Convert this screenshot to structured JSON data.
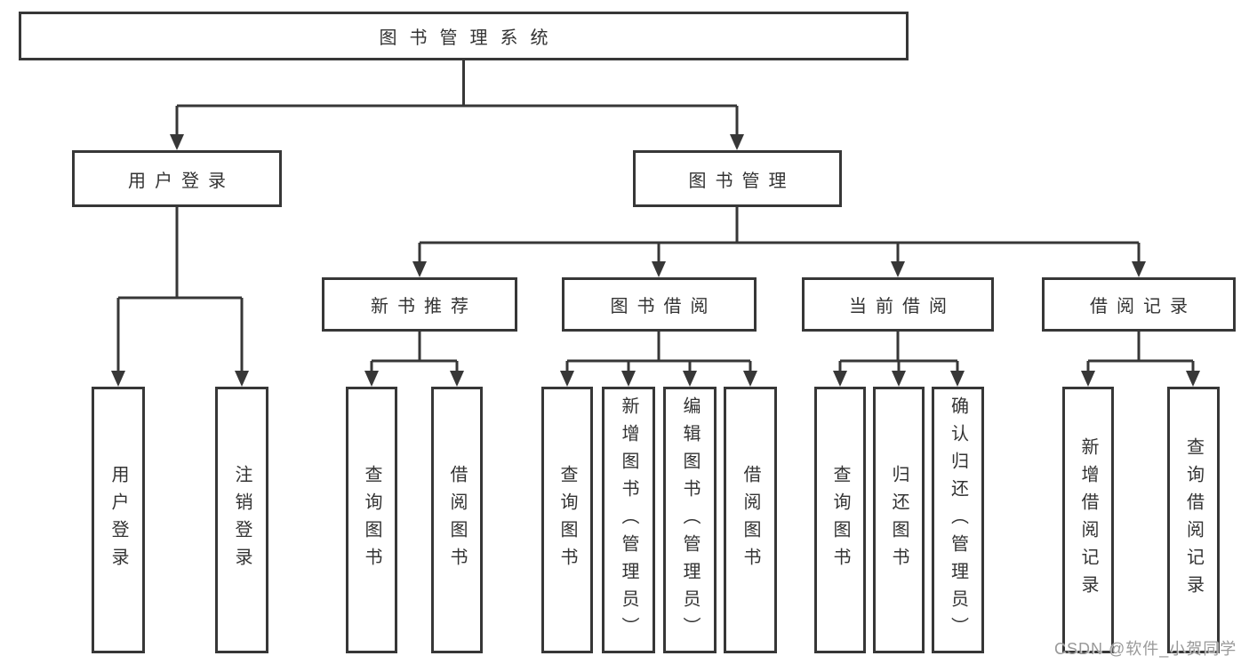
{
  "diagram": {
    "root": {
      "label": "图书管理系统"
    },
    "user_login": {
      "label": "用户登录",
      "children": [
        {
          "label": "用户登录"
        },
        {
          "label": "注销登录"
        }
      ]
    },
    "book_mgmt": {
      "label": "图书管理",
      "groups": [
        {
          "label": "新书推荐",
          "children": [
            {
              "label": "查询图书"
            },
            {
              "label": "借阅图书"
            }
          ]
        },
        {
          "label": "图书借阅",
          "children": [
            {
              "label": "查询图书"
            },
            {
              "label": "新增图书（管理员）"
            },
            {
              "label": "编辑图书（管理员）"
            },
            {
              "label": "借阅图书"
            }
          ]
        },
        {
          "label": "当前借阅",
          "children": [
            {
              "label": "查询图书"
            },
            {
              "label": "归还图书"
            },
            {
              "label": "确认归还（管理员）"
            }
          ]
        },
        {
          "label": "借阅记录",
          "children": [
            {
              "label": "新增借阅记录"
            },
            {
              "label": "查询借阅记录"
            }
          ]
        }
      ]
    }
  },
  "watermark": "CSDN @软件_小贺同学",
  "colors": {
    "line": "#373737",
    "text": "#333333",
    "watermark": "#999999",
    "background": "#ffffff"
  }
}
